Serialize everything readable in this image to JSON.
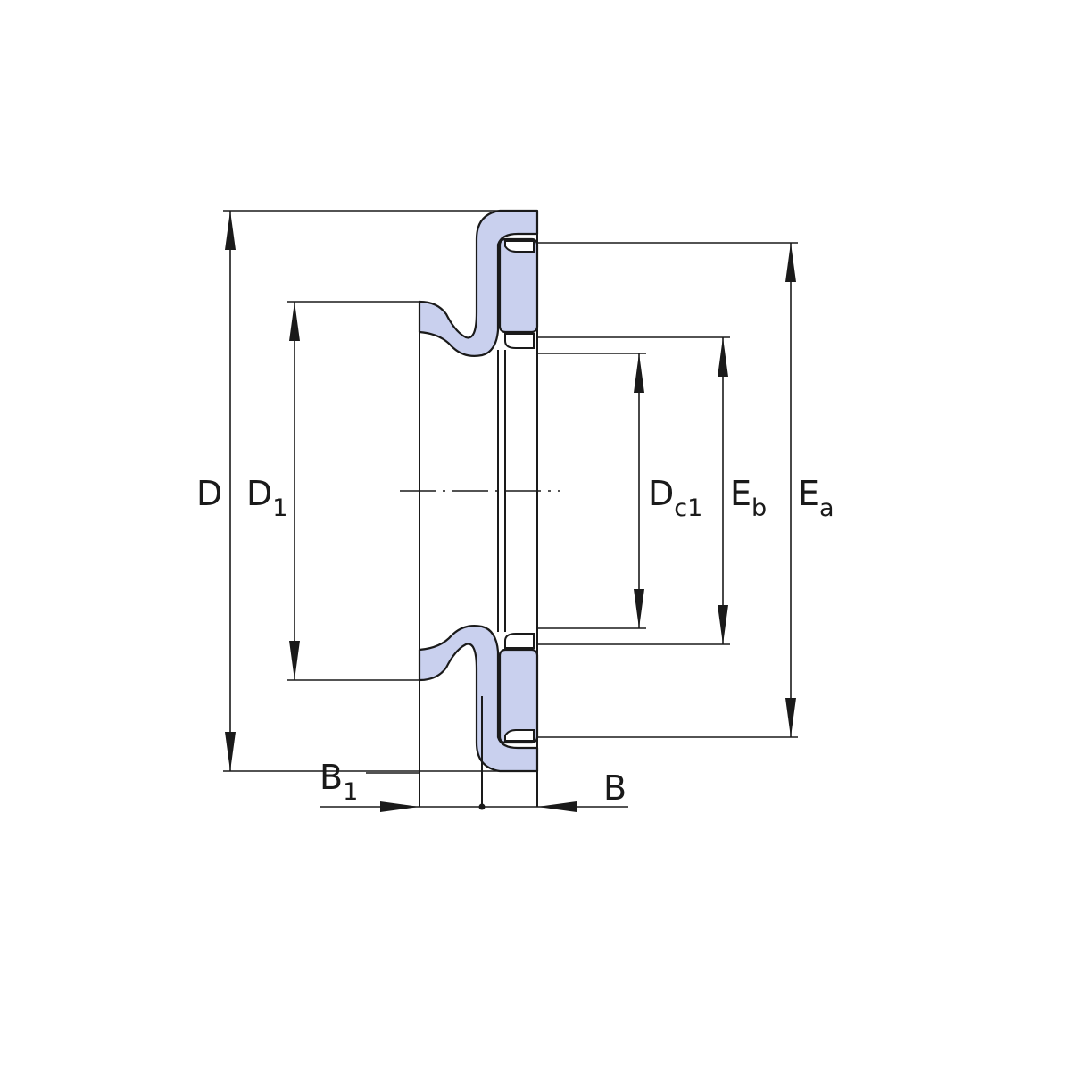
{
  "labels": {
    "D": {
      "main": "D",
      "sub": ""
    },
    "D1": {
      "main": "D",
      "sub": "1"
    },
    "Dc1": {
      "main": "D",
      "sub": "c1"
    },
    "Eb": {
      "main": "E",
      "sub": "b"
    },
    "Ea": {
      "main": "E",
      "sub": "a"
    },
    "B1": {
      "main": "B",
      "sub": "1"
    },
    "B": {
      "main": "B",
      "sub": ""
    }
  },
  "colors": {
    "part_fill": "#c9d0ee",
    "line": "#1a1a1a",
    "background": "#ffffff"
  }
}
